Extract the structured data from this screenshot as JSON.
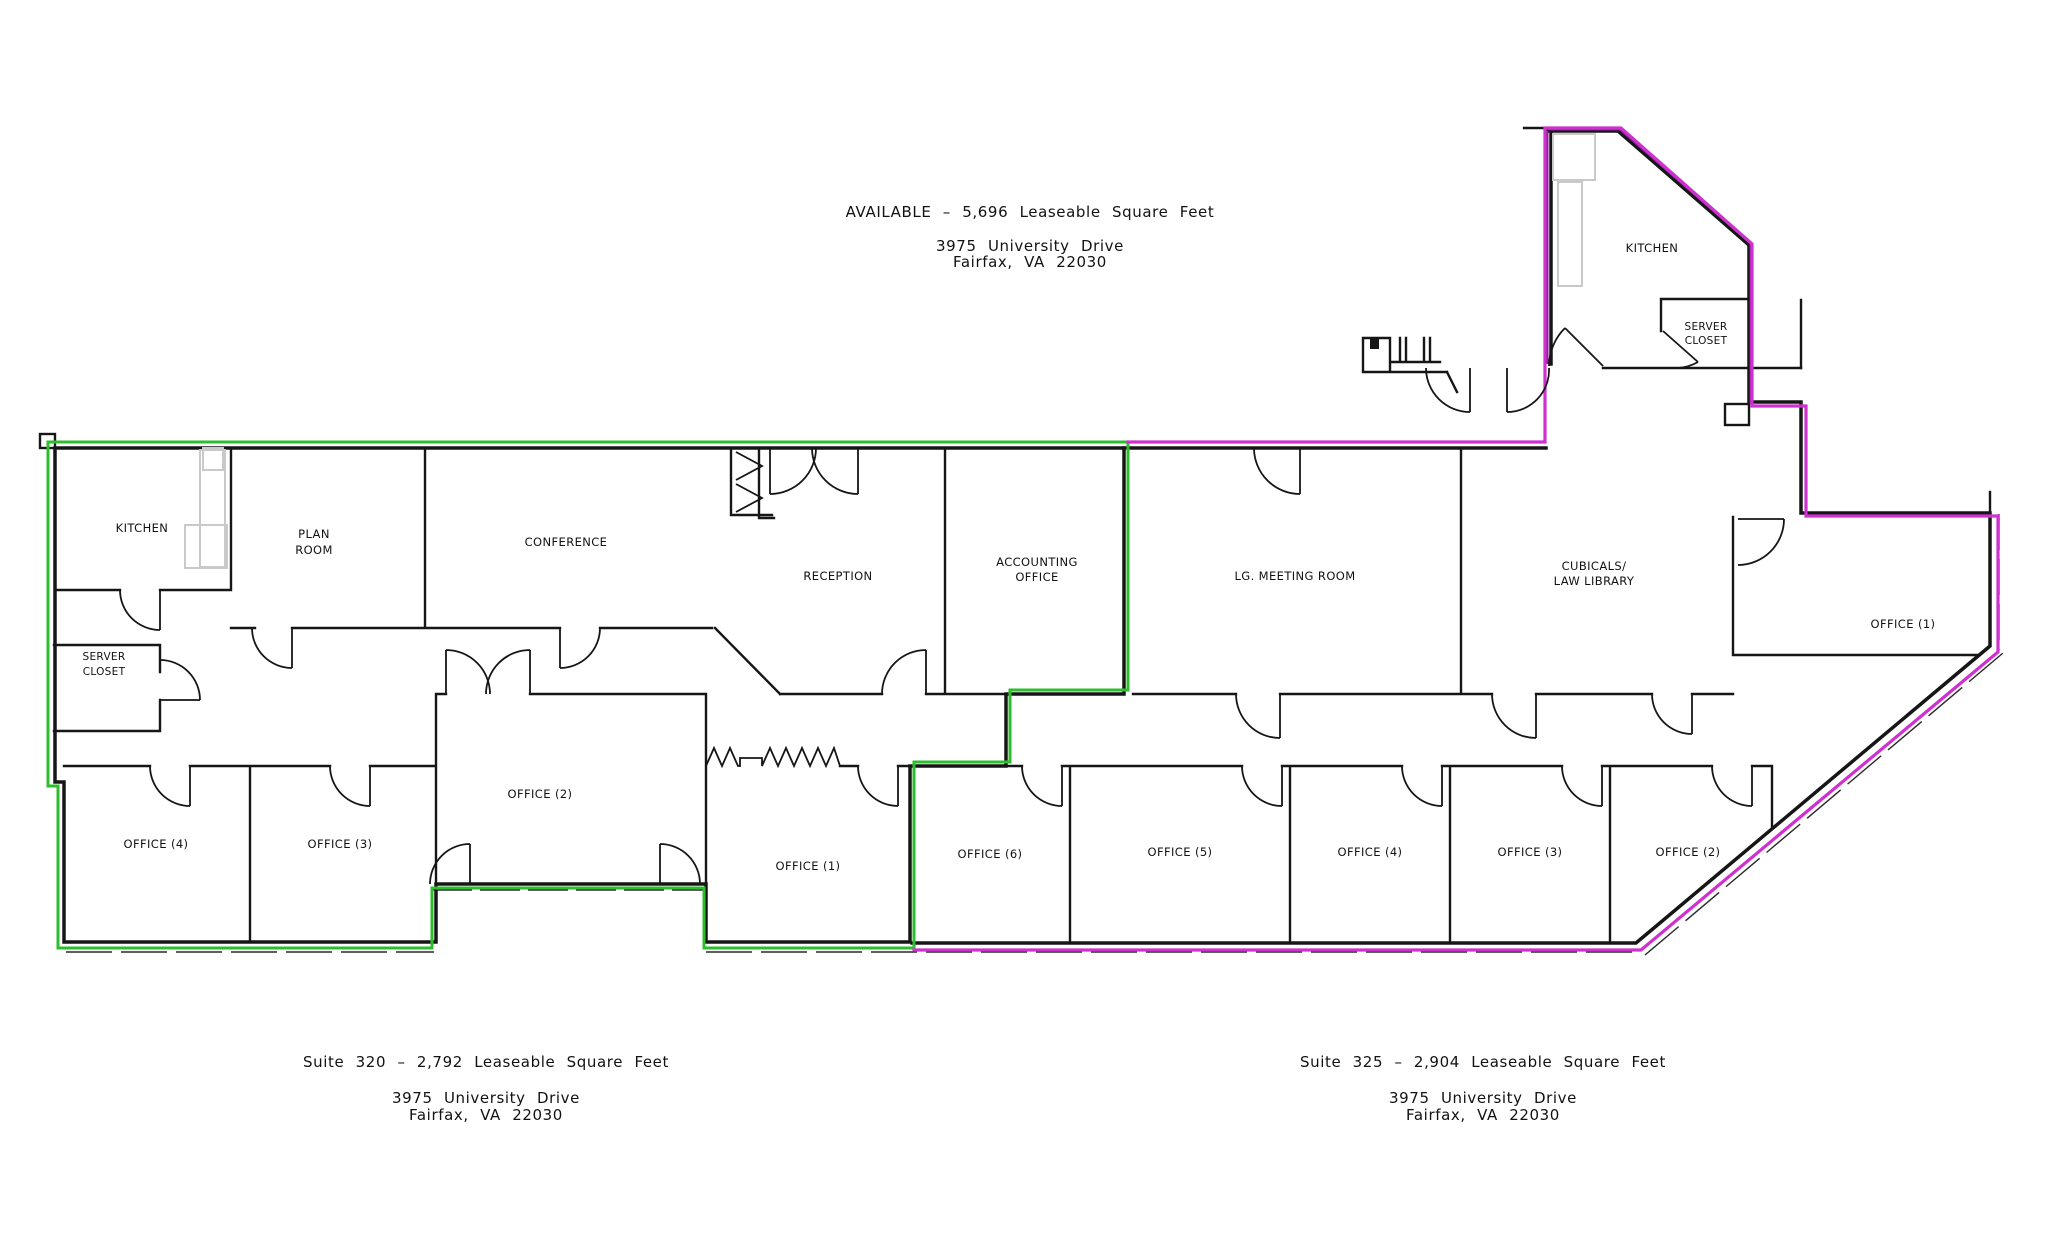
{
  "header": {
    "availability": "AVAILABLE – 5,696 Leaseable Square Feet",
    "address_line1": "3975 University Drive",
    "address_line2": "Fairfax, VA 22030"
  },
  "suites": [
    {
      "id": "suite-320",
      "label": "Suite 320 – 2,792 Leaseable Square Feet",
      "address_line1": "3975 University Drive",
      "address_line2": "Fairfax, VA 22030",
      "boundary_color": "#2dbe2d",
      "rooms": [
        {
          "name": "kitchen",
          "lines": [
            "KITCHEN"
          ]
        },
        {
          "name": "plan-room",
          "lines": [
            "PLAN",
            "ROOM"
          ]
        },
        {
          "name": "conference",
          "lines": [
            "CONFERENCE"
          ]
        },
        {
          "name": "reception",
          "lines": [
            "RECEPTION"
          ]
        },
        {
          "name": "accounting-office",
          "lines": [
            "ACCOUNTING",
            "OFFICE"
          ]
        },
        {
          "name": "server-closet",
          "lines": [
            "SERVER",
            "CLOSET"
          ]
        },
        {
          "name": "office-4",
          "lines": [
            "OFFICE (4)"
          ]
        },
        {
          "name": "office-3",
          "lines": [
            "OFFICE (3)"
          ]
        },
        {
          "name": "office-2",
          "lines": [
            "OFFICE (2)"
          ]
        },
        {
          "name": "office-1",
          "lines": [
            "OFFICE (1)"
          ]
        }
      ]
    },
    {
      "id": "suite-325",
      "label": "Suite 325 – 2,904 Leaseable Square Feet",
      "address_line1": "3975 University Drive",
      "address_line2": "Fairfax, VA 22030",
      "boundary_color": "#cf30cf",
      "wall_accent_color": "#8a1d9b",
      "rooms": [
        {
          "name": "kitchen",
          "lines": [
            "KITCHEN"
          ]
        },
        {
          "name": "server-closet",
          "lines": [
            "SERVER",
            "CLOSET"
          ]
        },
        {
          "name": "lg-meeting-room",
          "lines": [
            "LG. MEETING ROOM"
          ]
        },
        {
          "name": "cubicals-law-library",
          "lines": [
            "CUBICALS/",
            "LAW LIBRARY"
          ]
        },
        {
          "name": "office-1",
          "lines": [
            "OFFICE (1)"
          ]
        },
        {
          "name": "office-6",
          "lines": [
            "OFFICE (6)"
          ]
        },
        {
          "name": "office-5",
          "lines": [
            "OFFICE (5)"
          ]
        },
        {
          "name": "office-4",
          "lines": [
            "OFFICE (4)"
          ]
        },
        {
          "name": "office-3",
          "lines": [
            "OFFICE (3)"
          ]
        },
        {
          "name": "office-2",
          "lines": [
            "OFFICE (2)"
          ]
        }
      ]
    }
  ],
  "colors": {
    "wall": "#161616",
    "background": "#ffffff",
    "fixture": "#c9c9c9",
    "suite320_boundary": "#2dbe2d",
    "suite325_boundary": "#cf30cf",
    "suite325_wall_accent": "#8a1d9b"
  }
}
